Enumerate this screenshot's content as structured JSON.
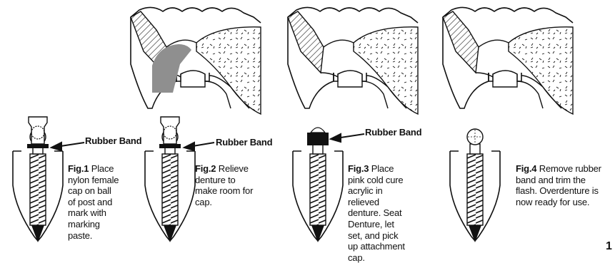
{
  "band_label": "Rubber Band",
  "figures": [
    {
      "num": "Fig.1",
      "text": "Place nylon female cap on ball of post and mark with marking paste."
    },
    {
      "num": "Fig.2",
      "text": "Relieve denture to make room for cap."
    },
    {
      "num": "Fig.3",
      "text": "Place pink cold cure acrylic in relieved denture. Seat Denture, let set, and pick up attachment cap."
    },
    {
      "num": "Fig.4",
      "text": "Remove rubber band and trim the flash. Overdenture is now ready for use."
    }
  ],
  "page_number": "1",
  "colors": {
    "ink": "#111111",
    "relief_fill": "#8f8f8f",
    "band_fill": "#111111"
  }
}
